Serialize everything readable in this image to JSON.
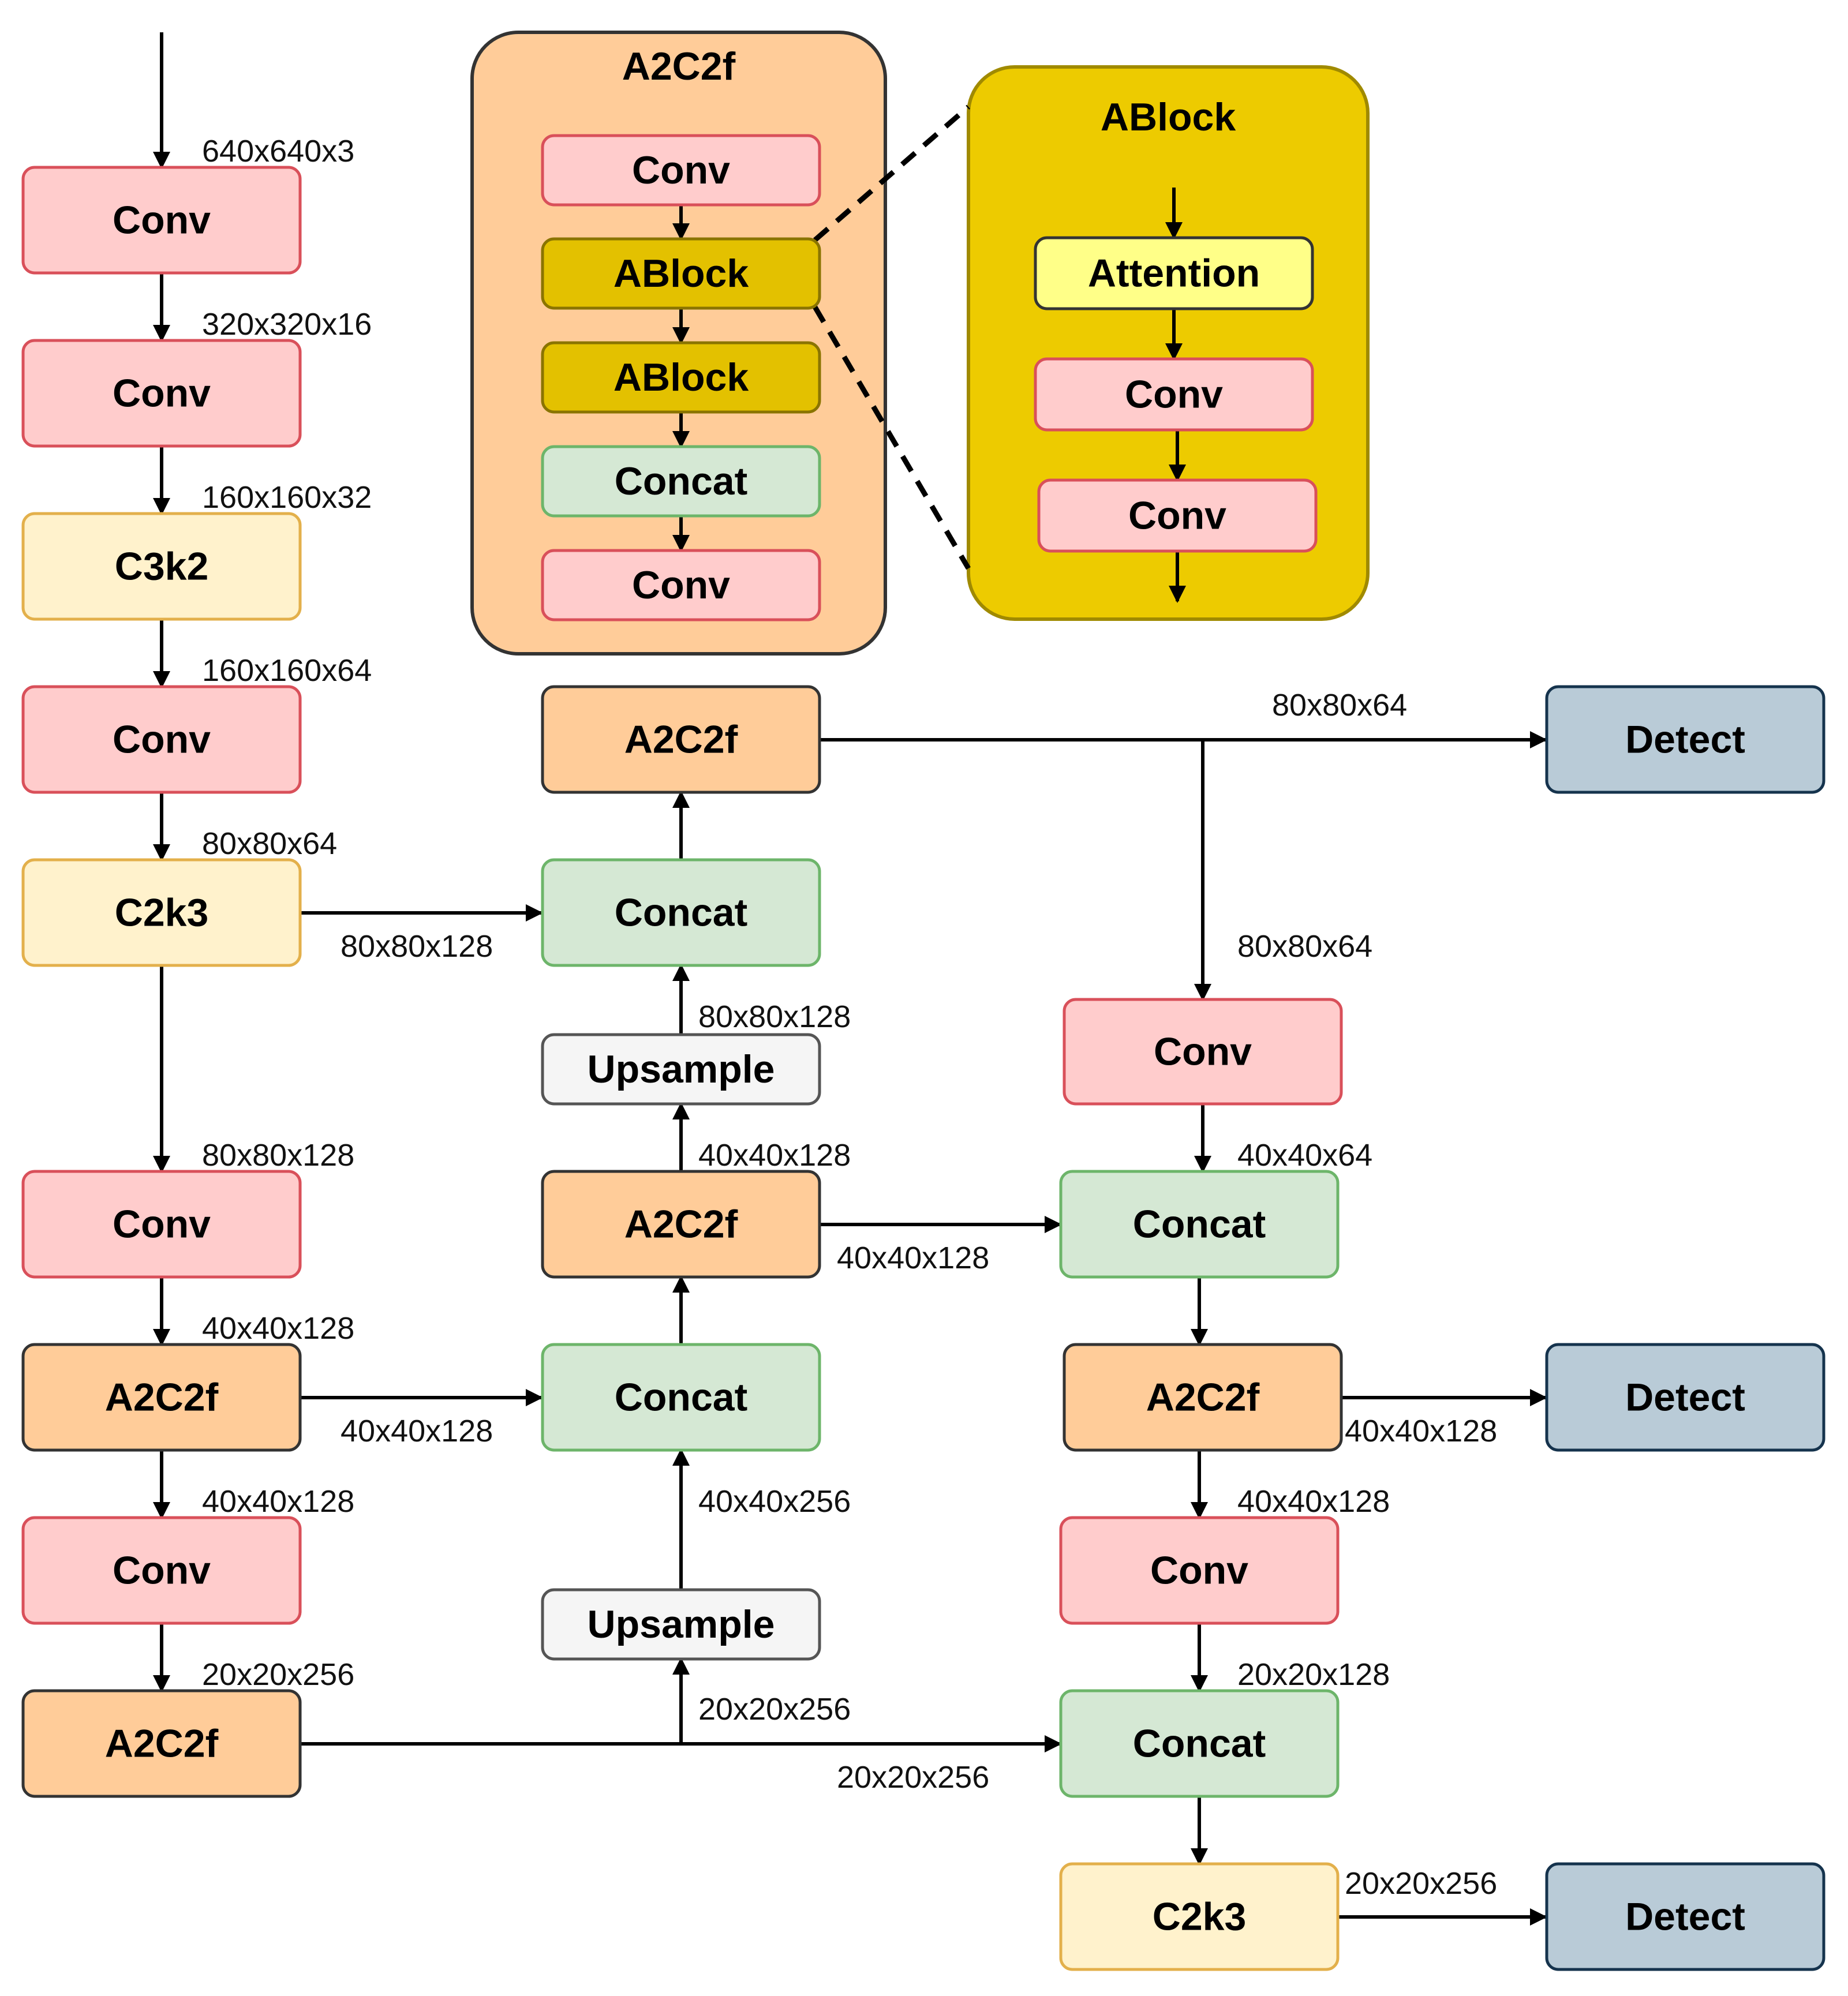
{
  "colors": {
    "conv": {
      "fill": "#FFCCCC",
      "stroke": "#D9505A"
    },
    "c2k": {
      "fill": "#FFF2CC",
      "stroke": "#E3B04B"
    },
    "a2c2f": {
      "fill": "#FFCC99",
      "stroke": "#333333"
    },
    "concat": {
      "fill": "#D5E8D4",
      "stroke": "#6DB56A"
    },
    "upsample": {
      "fill": "#F5F5F5",
      "stroke": "#555555"
    },
    "detect": {
      "fill": "#B9CBD7",
      "stroke": "#15334D"
    },
    "ablock": {
      "fill": "#E3C100",
      "stroke": "#8A7400"
    },
    "attention": {
      "fill": "#FFFF88",
      "stroke": "#333333"
    },
    "a2c2f_panel": {
      "fill": "#FFCC99",
      "stroke": "#333333"
    },
    "ablock_panel": {
      "fill": "#EDCB00",
      "stroke": "#A08A00"
    }
  },
  "panels": {
    "a2c2f_detail": {
      "title": "A2C2f"
    },
    "ablock_detail": {
      "title": "ABlock"
    }
  },
  "nodes": {
    "backbone_conv1": "Conv",
    "backbone_conv2": "Conv",
    "backbone_c3k2": "C3k2",
    "backbone_conv3": "Conv",
    "backbone_c2k3": "C2k3",
    "backbone_conv4": "Conv",
    "backbone_a2c2f1": "A2C2f",
    "backbone_conv5": "Conv",
    "backbone_a2c2f2": "A2C2f",
    "detail_conv1": "Conv",
    "detail_ablock1": "ABlock",
    "detail_ablock2": "ABlock",
    "detail_concat": "Concat",
    "detail_conv2": "Conv",
    "ablock_attention": "Attention",
    "ablock_conv1": "Conv",
    "ablock_conv2": "Conv",
    "neck_a2c2f_top": "A2C2f",
    "neck_concat_top": "Concat",
    "neck_upsample_top": "Upsample",
    "neck_a2c2f_mid": "A2C2f",
    "neck_concat_mid": "Concat",
    "neck_upsample_bottom": "Upsample",
    "head_conv1": "Conv",
    "head_concat1": "Concat",
    "head_a2c2f": "A2C2f",
    "head_conv2": "Conv",
    "head_concat2": "Concat",
    "head_c2k3": "C2k3",
    "detect_top": "Detect",
    "detect_mid": "Detect",
    "detect_bottom": "Detect"
  },
  "edge_labels": {
    "input": "640x640x3",
    "conv1_out": "320x320x16",
    "conv2_out": "160x160x32",
    "c3k2_out": "160x160x64",
    "conv3_out": "80x80x64",
    "c2k3_to_concat": "80x80x128",
    "c2k3_down": "80x80x128",
    "conv4_out": "40x40x128",
    "a2c2f1_to_concat": "40x40x128",
    "a2c2f1_down": "40x40x128",
    "conv5_out": "20x20x256",
    "a2c2f2_up": "20x20x256",
    "a2c2f2_right": "20x20x256",
    "upsample_bottom_out": "40x40x256",
    "a2c2f_mid_up": "40x40x128",
    "a2c2f_mid_right": "40x40x128",
    "upsample_top_out": "80x80x128",
    "a2c2f_top_right": "80x80x64",
    "a2c2f_top_down": "80x80x64",
    "head_conv1_out": "40x40x64",
    "head_a2c2f_right": "40x40x128",
    "head_a2c2f_down": "40x40x128",
    "head_conv2_out": "20x20x128",
    "head_c2k3_right": "20x20x256"
  }
}
